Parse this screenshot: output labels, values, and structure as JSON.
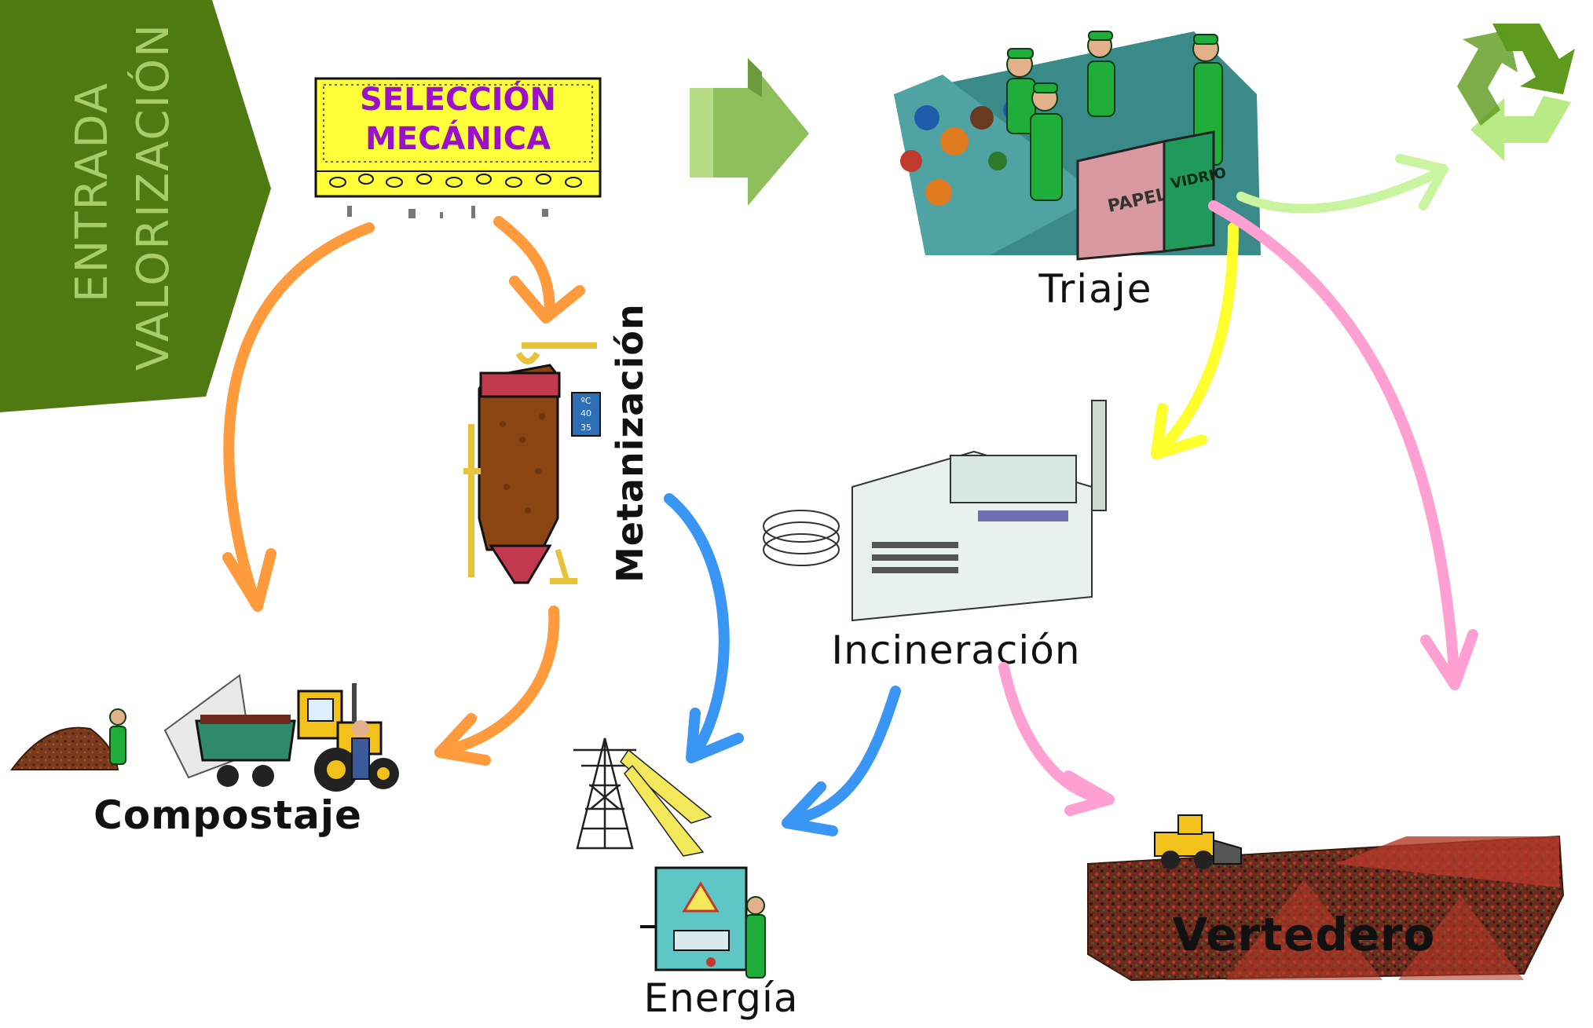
{
  "banner": {
    "line1": "ENTRADA",
    "line2": "VALORIZACIÓN",
    "color": "#4f7a11",
    "text_color": "#a9cc6b"
  },
  "selection": {
    "line1": "SELECCIÓN",
    "line2": "MECÁNICA",
    "box_color": "#ffff3a",
    "text_color": "#9b10c8"
  },
  "triage_bins": {
    "paper": "PAPEL",
    "glass": "VIDRIO"
  },
  "labels": {
    "triaje": "Triaje",
    "metanizacion": "Metanización",
    "incineracion": "Incineración",
    "compostaje": "Compostaje",
    "energia": "Energía",
    "vertedero": "Vertedero"
  },
  "gauge_values": {
    "unit": "ºC",
    "v1": "40",
    "v2": "35"
  },
  "arrow_colors": {
    "compost_flow": "#ff9a3d",
    "energy_flow": "#3a96f5",
    "incineration_flow": "#ffff2e",
    "landfill_flow": "#ff9fd2",
    "recycle_flow": "#c9f5a0",
    "block_arrow": "#8fbf5a"
  },
  "icons": {
    "recycle": "recycle-icon",
    "tractor": "tractor-icon",
    "digester": "biodigester-icon",
    "plant": "incinerator-plant-icon",
    "tower": "power-tower-icon",
    "landfill": "landfill-icon"
  }
}
